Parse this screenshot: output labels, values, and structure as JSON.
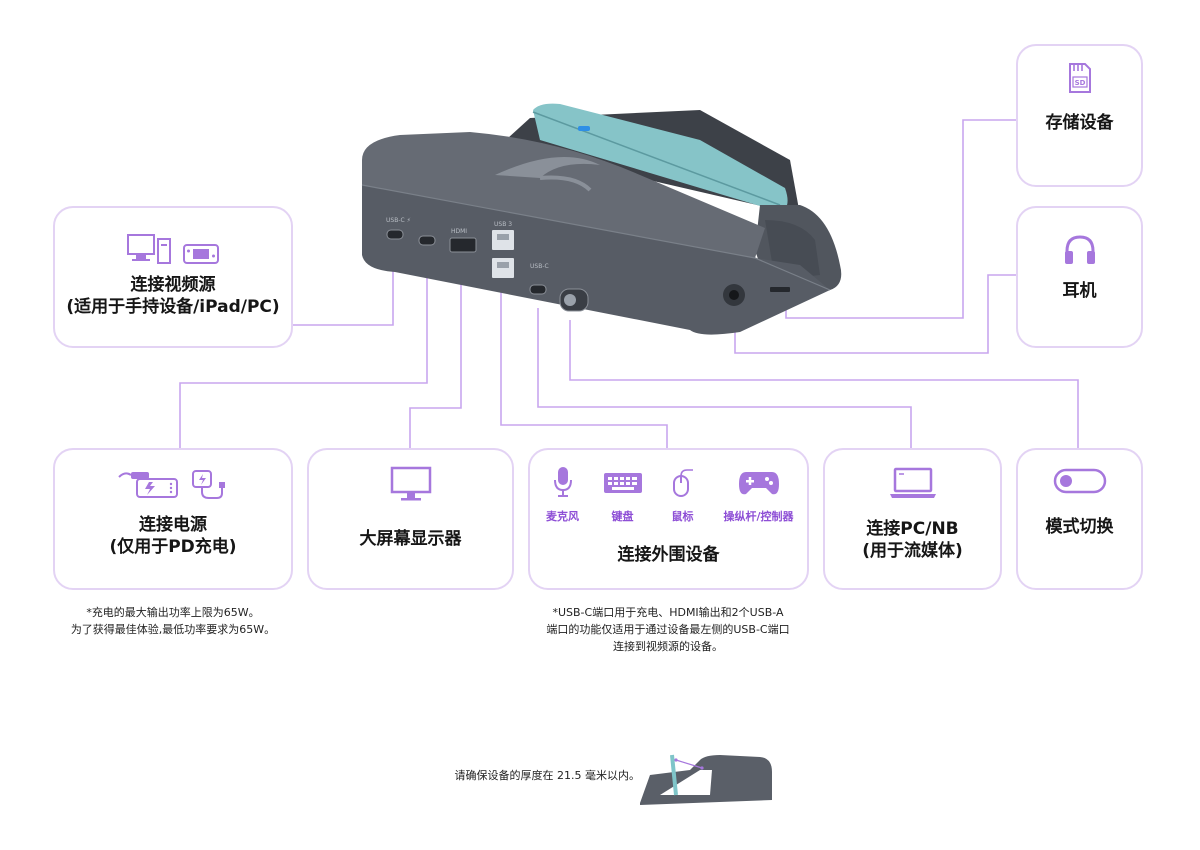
{
  "colors": {
    "accent": "#a677dd",
    "card_border": "#e3d3f4",
    "device": "#585d66"
  },
  "device": {
    "port_labels": {
      "usb_c_pd": "USB-C ⚡",
      "hdmi": "HDMI",
      "usb3": "USB 3",
      "usb_c_data": "USB-C"
    }
  },
  "cards": {
    "video_source": {
      "title": "连接视频源\n(适用于手持设备/iPad/PC)",
      "icons": [
        "monitor-icon",
        "desktop-tower-icon",
        "handheld-console-icon"
      ]
    },
    "power": {
      "title": "连接电源\n(仅用于PD充电)",
      "icons": [
        "power-bank-icon",
        "charger-icon"
      ]
    },
    "display": {
      "title": "大屏幕显示器",
      "icons": [
        "monitor-icon"
      ]
    },
    "peripherals": {
      "title": "连接外围设备",
      "items": [
        {
          "icon": "microphone-icon",
          "label": "麦克风"
        },
        {
          "icon": "keyboard-icon",
          "label": "键盘"
        },
        {
          "icon": "mouse-icon",
          "label": "鼠标"
        },
        {
          "icon": "gamepad-icon",
          "label": "操纵杆/控制器"
        }
      ]
    },
    "pc_nb": {
      "title": "连接PC/NB\n(用于流媒体)",
      "icons": [
        "laptop-icon"
      ]
    },
    "mode_switch": {
      "title": "模式切换",
      "icons": [
        "toggle-switch-icon"
      ]
    },
    "storage": {
      "title": "存储设备",
      "icons": [
        "sd-card-icon"
      ],
      "sd_label": "SD"
    },
    "headphones": {
      "title": "耳机",
      "icons": [
        "headphones-icon"
      ]
    }
  },
  "notes": {
    "power": "*充电的最大输出功率上限为65W。\n为了获得最佳体验,最低功率要求为65W。",
    "peripherals": "*USB-C端口用于充电、HDMI输出和2个USB-A\n端口的功能仅适用于通过设备最左侧的USB-C端口\n连接到视频源的设备。"
  },
  "thickness_note": "请确保设备的厚度在 21.5 毫米以内。"
}
